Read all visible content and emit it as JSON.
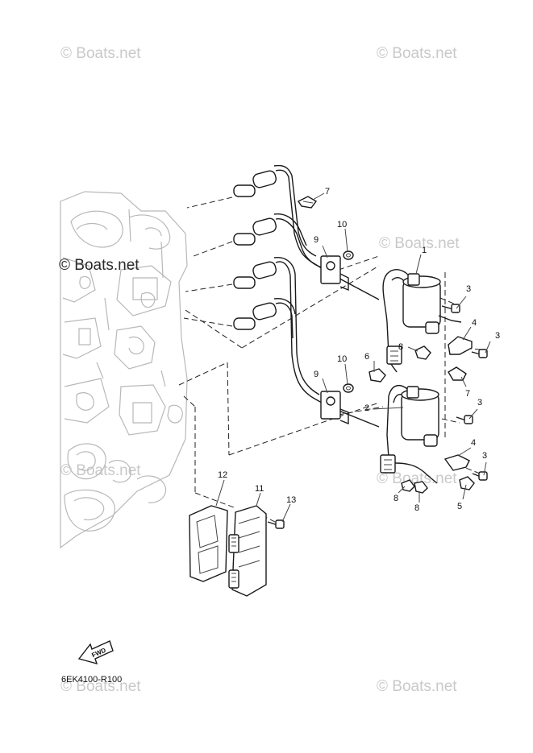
{
  "watermarks": {
    "top_left": "© Boats.net",
    "top_right": "© Boats.net",
    "engine": "© Boats.net",
    "mid_right": "© Boats.net",
    "mid_left": "© Boats.net",
    "lower_right": "© Boats.net",
    "bottom_left": "© Boats.net",
    "bottom_right": "© Boats.net"
  },
  "callouts": {
    "c1": "1",
    "c2": "2",
    "c3a": "3",
    "c3b": "3",
    "c3c": "3",
    "c3d": "3",
    "c4a": "4",
    "c4b": "4",
    "c5": "5",
    "c6": "6",
    "c7a": "7",
    "c7b": "7",
    "c8a": "8",
    "c8b": "8",
    "c8c": "8",
    "c9a": "9",
    "c9b": "9",
    "c10a": "10",
    "c10b": "10",
    "c11": "11",
    "c12": "12",
    "c13": "13"
  },
  "fwd_label": "FWD",
  "diagram_code": "6EK4100-R100"
}
